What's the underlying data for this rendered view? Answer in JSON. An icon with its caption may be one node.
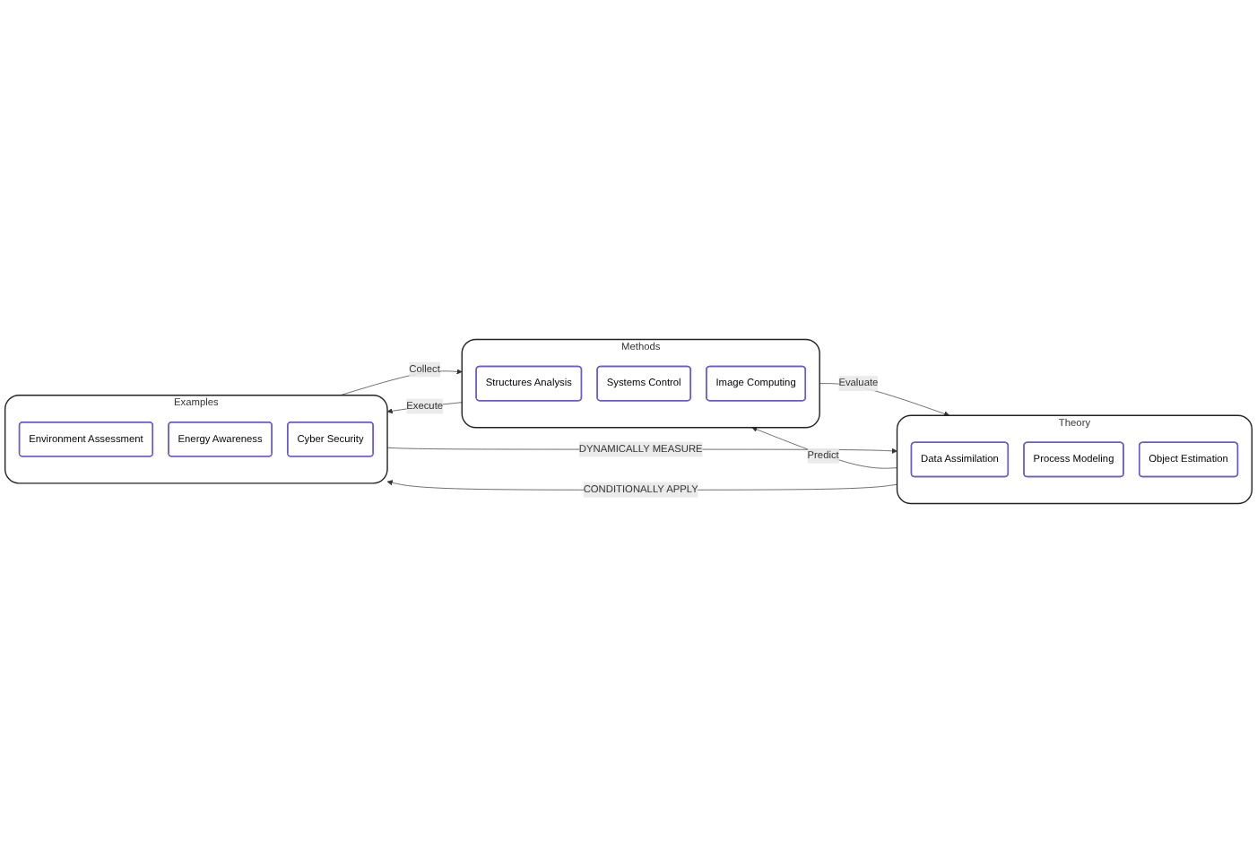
{
  "diagram": {
    "nodes": [
      {
        "text": [
          "Theory"
        ]
      },
      {
        "text": [
          "Data Assimilation"
        ],
        "in": 0
      },
      {
        "text": [
          "Process Modeling"
        ],
        "in": 0
      },
      {
        "text": [
          "Object Estimation"
        ],
        "in": 0
      },
      {
        "text": [
          "Methods"
        ]
      },
      {
        "text": [
          "Structures Analysis"
        ],
        "in": 4
      },
      {
        "text": [
          "Systems Control"
        ],
        "in": 4
      },
      {
        "text": [
          "Image Computing"
        ],
        "in": 4
      },
      {
        "text": [
          "Examples"
        ]
      },
      {
        "text": [
          "Environment Assessment"
        ],
        "in": 8
      },
      {
        "text": [
          "Energy Awareness"
        ],
        "in": 8
      },
      {
        "text": [
          "Cyber Security"
        ],
        "in": 8
      }
    ],
    "edges": [
      {
        "from": 0,
        "to": 4,
        "arrow": "to",
        "label": "Predict"
      },
      {
        "from": 4,
        "to": 8,
        "arrow": "to",
        "label": "Execute"
      },
      {
        "from": 0,
        "to": 8,
        "arrow": "to",
        "label": "CONDITIONALLY APPLY"
      },
      {
        "from": 4,
        "to": 0,
        "arrow": "to",
        "label": "Evaluate"
      },
      {
        "from": 8,
        "to": 4,
        "arrow": "to",
        "label": "Collect"
      },
      {
        "from": 8,
        "to": 0,
        "arrow": "to",
        "label": "DYNAMICALLY MEASURE"
      }
    ]
  }
}
